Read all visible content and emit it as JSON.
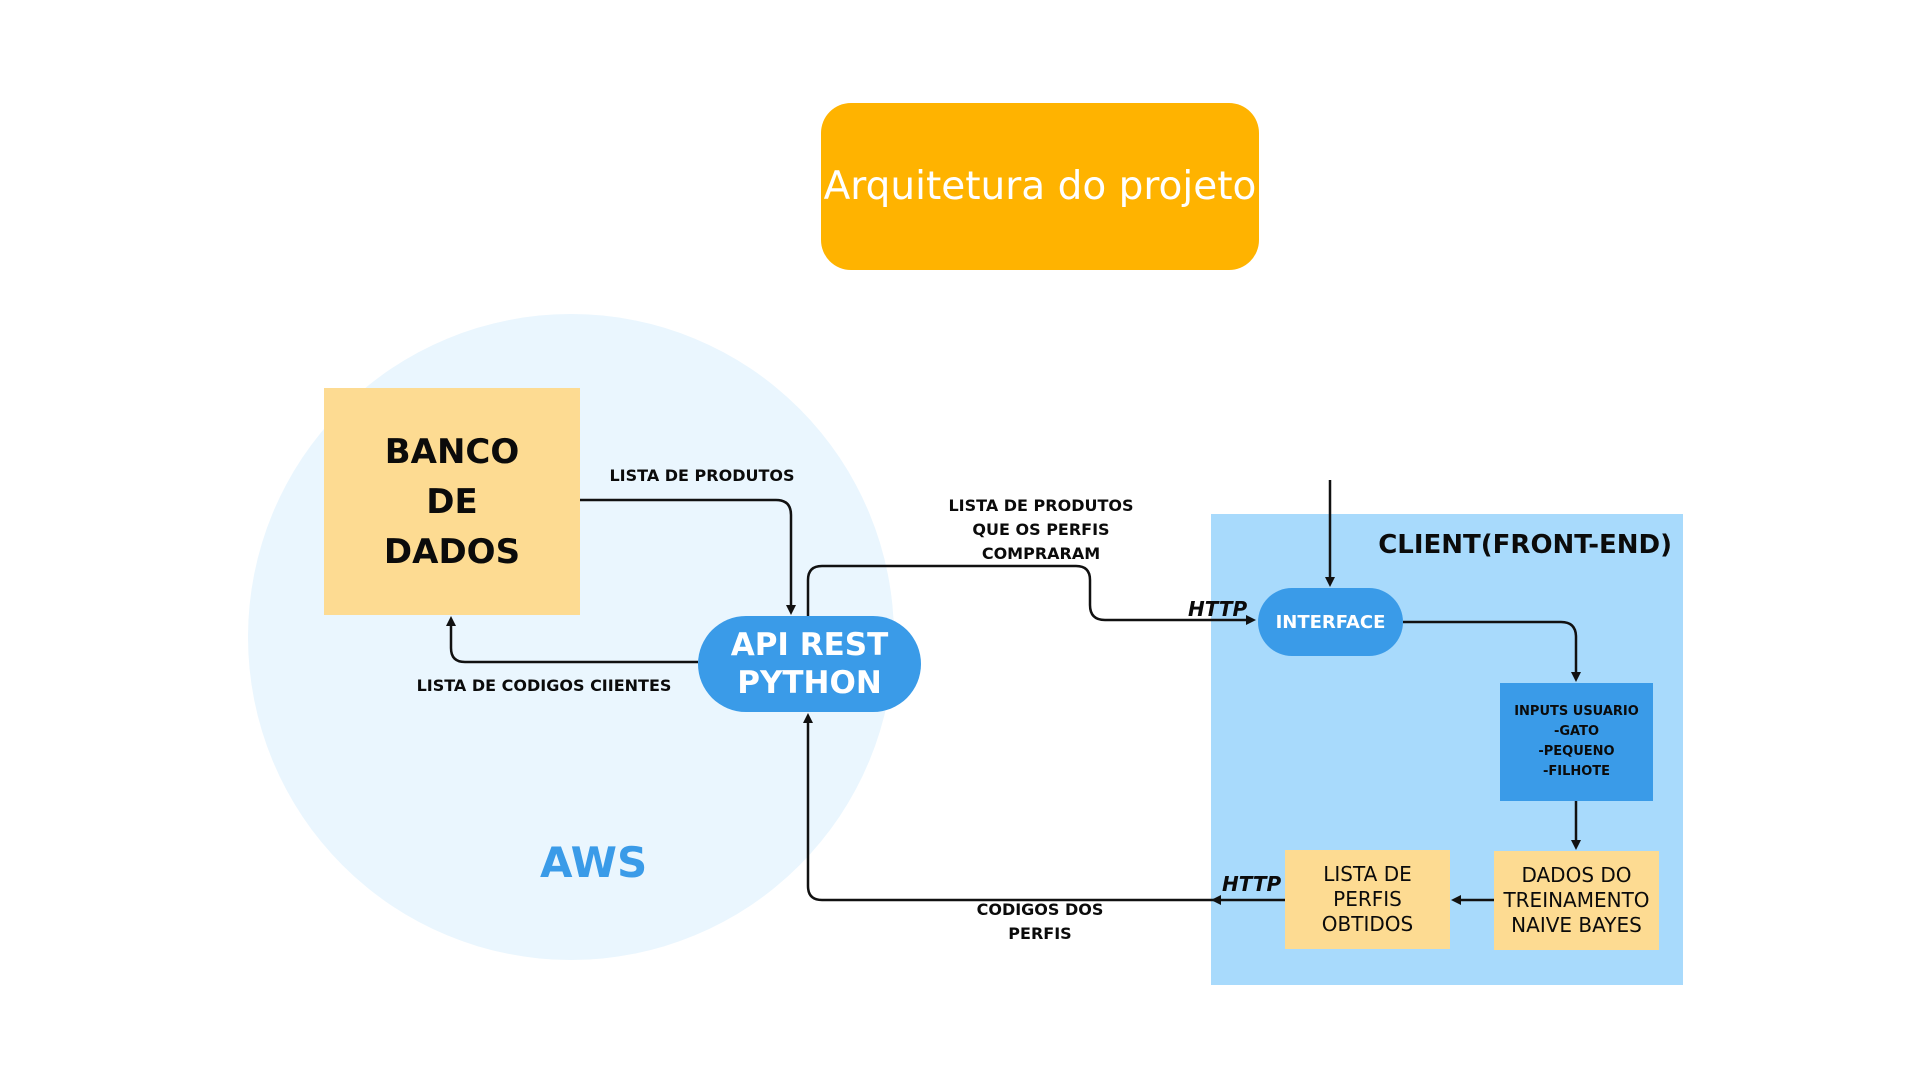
{
  "title": "Arquitetura do projeto",
  "aws": {
    "label": "AWS"
  },
  "client": {
    "label": "CLIENT(FRONT-END)"
  },
  "nodes": {
    "banco": "BANCO\nDE\nDADOS",
    "api": "API REST\nPYTHON",
    "interface": "INTERFACE",
    "inputs": "INPUTS USUARIO\n-GATO\n-PEQUENO\n-FILHOTE",
    "dados": "DADOS DO\nTREINAMENTO\nNAIVE BAYES",
    "perfis": "LISTA DE\nPERFIS\nOBTIDOS"
  },
  "edge_labels": {
    "lista_produtos": "LISTA DE PRODUTOS",
    "lista_codigos": "LISTA DE CODIGOS CIIENTES",
    "lista_produtos_perfis": "LISTA DE PRODUTOS\nQUE OS PERFIS\nCOMPRARAM",
    "codigos_perfis": "CODIGOS DOS\nPERFIS",
    "http_top": "HTTP",
    "http_bottom": "HTTP"
  },
  "colors": {
    "title_bg": "#FFB300",
    "aws_circle": "#EAF6FE",
    "client_bg": "#A8DAFC",
    "node_blue": "#3A9BE8",
    "node_yellow": "#FDDB92"
  }
}
